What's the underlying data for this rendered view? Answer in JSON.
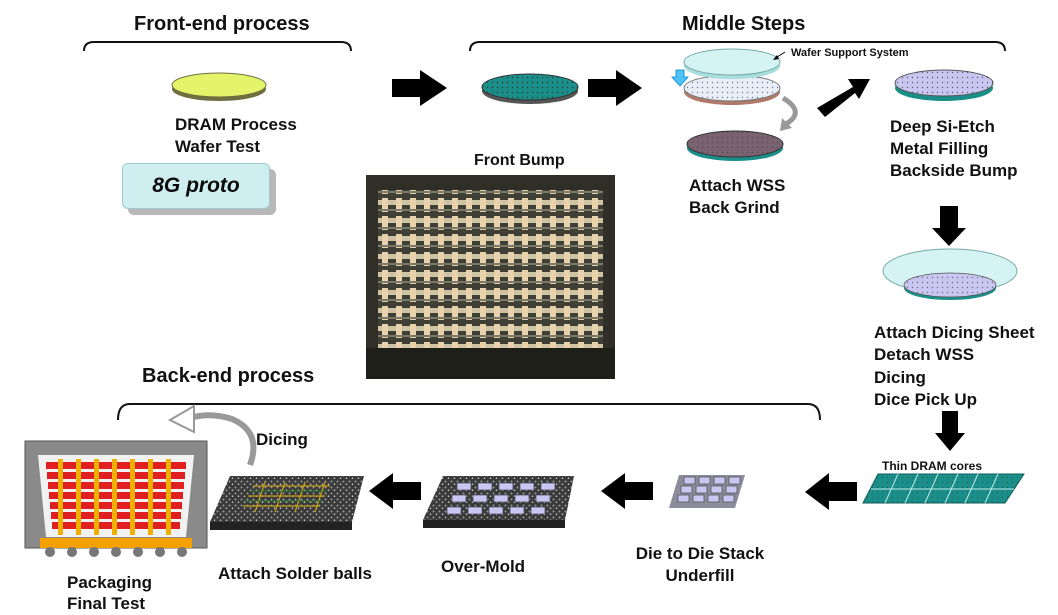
{
  "headers": {
    "front_end": "Front-end process",
    "middle": "Middle Steps",
    "back_end": "Back-end process"
  },
  "badge": "8G proto",
  "labels": {
    "dram_process": "DRAM Process",
    "wafer_test": "Wafer Test",
    "front_bump": "Front Bump",
    "wafer_support_system": "Wafer Support System",
    "attach_wss": "Attach WSS",
    "back_grind": "Back Grind",
    "deep_si_etch": "Deep Si-Etch",
    "metal_filling": "Metal Filling",
    "backside_bump": "Backside Bump",
    "attach_dicing_sheet": "Attach Dicing Sheet",
    "detach_wss": "Detach WSS",
    "dicing_step": "Dicing",
    "dice_pick_up": "Dice Pick Up",
    "thin_dram_cores": "Thin DRAM cores",
    "die_to_die_stack": "Die to Die Stack",
    "underfill": "Underfill",
    "over_mold": "Over-Mold",
    "attach_solder_balls": "Attach Solder balls",
    "dicing_back": "Dicing",
    "packaging": "Packaging",
    "final_test": "Final Test"
  },
  "colors": {
    "wafer_yellow": "#e4f46a",
    "wafer_teal": "#1a8f8a",
    "wss_light": "#d5f3f3",
    "wafer_mauve": "#7a6270",
    "wafer_lavender": "#c9c7f2",
    "arrow": "#000000"
  }
}
